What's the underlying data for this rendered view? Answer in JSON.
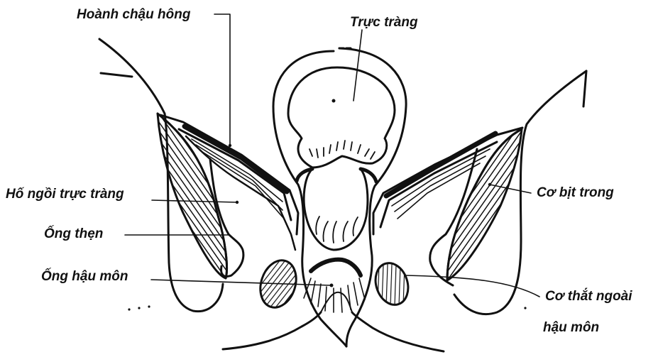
{
  "labels": {
    "pelvic_diaphragm": "Hoành chậu hông",
    "rectum": "Trực tràng",
    "ischiorectal_fossa": "Hố ngồi trực tràng",
    "internal_obturator": "Cơ bịt trong",
    "pudendal_canal": "Ống thẹn",
    "anal_canal": "Ống hậu môn",
    "external_sphincter_line1": "Cơ thắt ngoài",
    "external_sphincter_line2": "hậu môn"
  },
  "colors": {
    "ink": "#111111",
    "paper": "#ffffff"
  }
}
